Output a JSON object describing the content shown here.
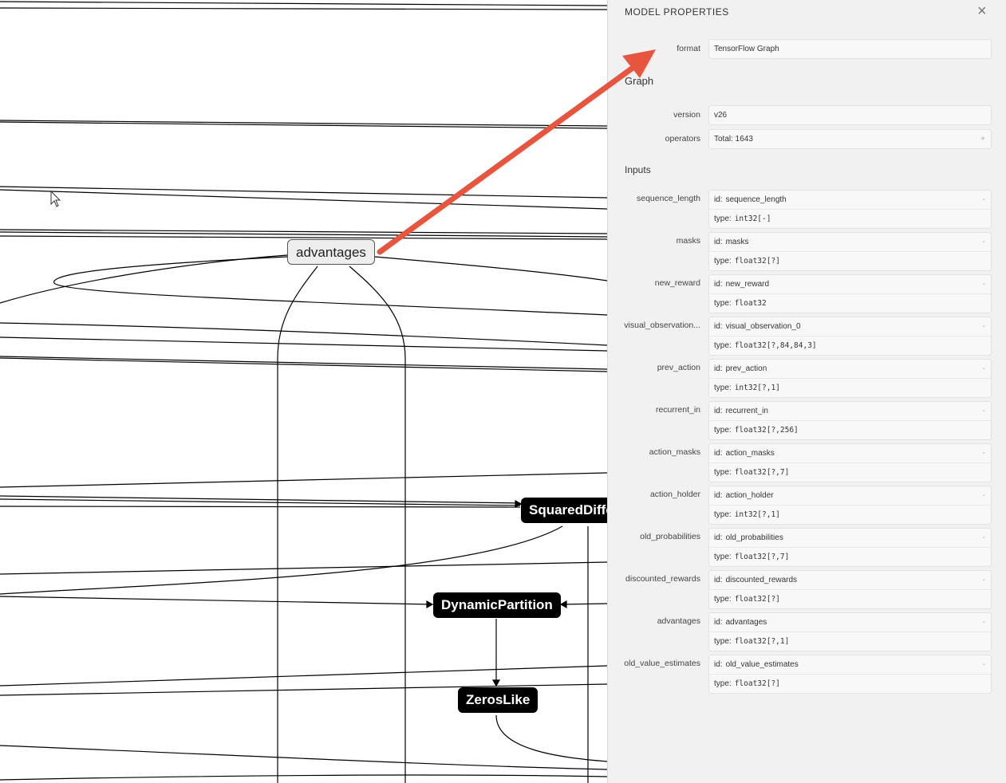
{
  "graph": {
    "input_node": "advantages",
    "ops": {
      "squared_diff": "SquaredDiffe",
      "dynamic_partition": "DynamicPartition",
      "zeros_like": "ZerosLike"
    }
  },
  "panel": {
    "title": "MODEL PROPERTIES",
    "close_icon": "×",
    "format_label": "format",
    "format_value": "TensorFlow Graph",
    "graph_heading": "Graph",
    "version_label": "version",
    "version_value": "v26",
    "operators_label": "operators",
    "operators_value": "Total: 1643",
    "operators_toggle": "+",
    "inputs_heading": "Inputs",
    "inputs": [
      {
        "label": "sequence_length",
        "id": "sequence_length",
        "type": "int32[-]"
      },
      {
        "label": "masks",
        "id": "masks",
        "type": "float32[?]"
      },
      {
        "label": "new_reward",
        "id": "new_reward",
        "type": "float32"
      },
      {
        "label": "visual_observation...",
        "id": "visual_observation_0",
        "type": "float32[?,84,84,3]"
      },
      {
        "label": "prev_action",
        "id": "prev_action",
        "type": "int32[?,1]"
      },
      {
        "label": "recurrent_in",
        "id": "recurrent_in",
        "type": "float32[?,256]"
      },
      {
        "label": "action_masks",
        "id": "action_masks",
        "type": "float32[?,7]"
      },
      {
        "label": "action_holder",
        "id": "action_holder",
        "type": "int32[?,1]"
      },
      {
        "label": "old_probabilities",
        "id": "old_probabilities",
        "type": "float32[?,7]"
      },
      {
        "label": "discounted_rewards",
        "id": "discounted_rewards",
        "type": "float32[?]"
      },
      {
        "label": "advantages",
        "id": "advantages",
        "type": "float32[?,1]"
      },
      {
        "label": "old_value_estimates",
        "id": "old_value_estimates",
        "type": "float32[?]"
      }
    ],
    "id_prefix": "id:",
    "type_prefix": "type:",
    "toggle": "-"
  },
  "colors": {
    "arrow": "#e8553f",
    "op_bg": "#000000",
    "panel_bg": "#f1f1f1"
  }
}
